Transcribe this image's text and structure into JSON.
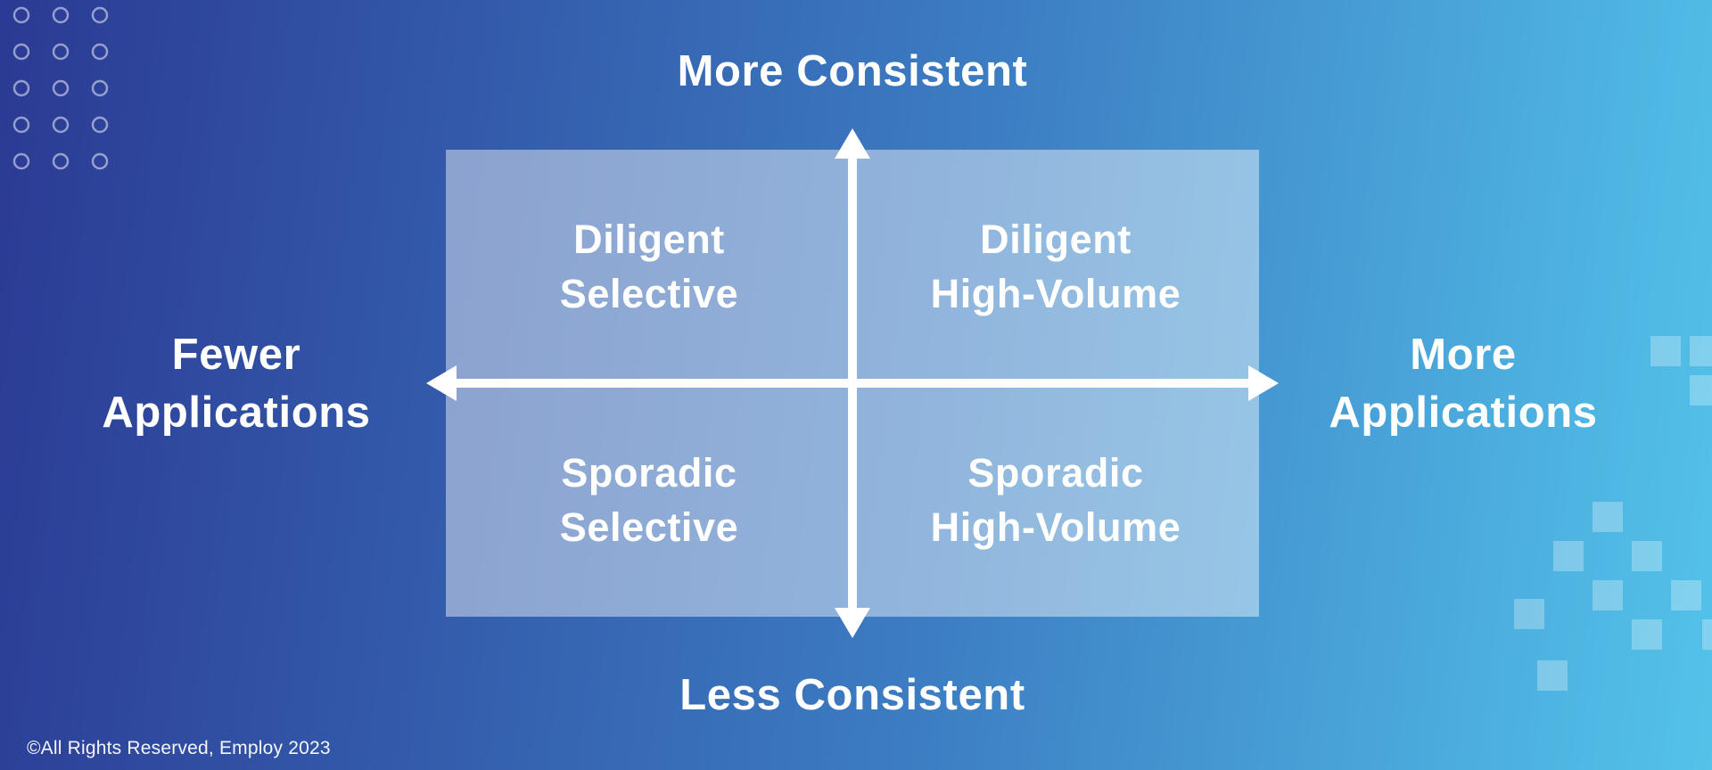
{
  "background": {
    "gradient_left": "#2b3a94",
    "gradient_right": "#53c3ea",
    "quadrant_overlay": "rgba(255,255,255,0.44)",
    "arrow_color": "#ffffff",
    "text_color": "#ffffff"
  },
  "axes": {
    "top": "More Consistent",
    "bottom": "Less Consistent",
    "left_line1": "Fewer",
    "left_line2": "Applications",
    "right_line1": "More",
    "right_line2": "Applications"
  },
  "quadrants": {
    "top_left": {
      "line1": "Diligent",
      "line2": "Selective"
    },
    "top_right": {
      "line1": "Diligent",
      "line2": "High-Volume"
    },
    "bottom_left": {
      "line1": "Sporadic",
      "line2": "Selective"
    },
    "bottom_right": {
      "line1": "Sporadic",
      "line2": "High-Volume"
    }
  },
  "decor": {
    "top_left_pattern": "circle-grid",
    "bottom_right_pattern": "pixel-squares"
  },
  "footer": {
    "copyright": "©All Rights Reserved, Employ 2023"
  }
}
